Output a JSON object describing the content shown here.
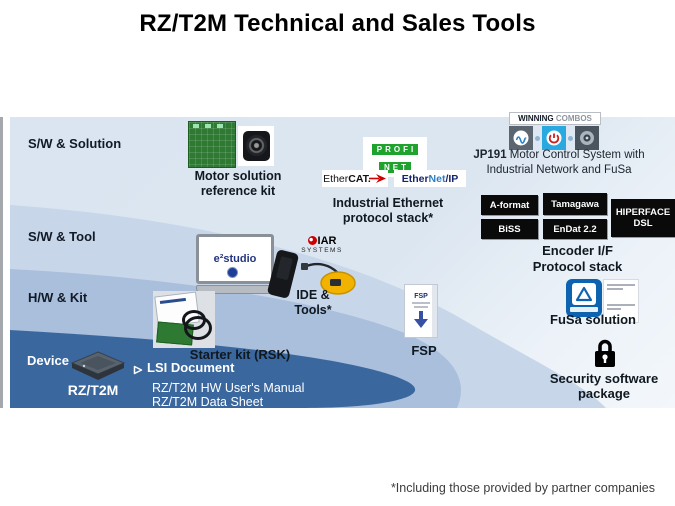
{
  "slide": {
    "title": "RZ/T2M Technical and Sales Tools",
    "footnote": "*Including those provided by partner companies"
  },
  "colors": {
    "band2": "#c8d6e9",
    "band3": "#a9bfdc",
    "band4": "#3a679e",
    "badge_bg": "#0a0a0a",
    "combo_blue": "#2aa9e0",
    "profinet_green": "#1fa22e"
  },
  "layers": [
    {
      "label": "S/W & Solution"
    },
    {
      "label": "S/W & Tool"
    },
    {
      "label": "H/W & Kit"
    },
    {
      "label": "Device"
    }
  ],
  "motor_kit": {
    "label_line1": "Motor solution",
    "label_line2": "reference kit"
  },
  "winning_combos": {
    "title_bold": "WINNING",
    "title_light": "COMBOS"
  },
  "jp191": {
    "line1_bold": "JP191",
    "line1_rest": " Motor Control  System with",
    "line2": "Industrial Network  and FuSa"
  },
  "ethernet": {
    "profinet_top": "PROFI",
    "profinet_bottom": "NET",
    "ethercat_1": "Ether",
    "ethercat_2": "CAT.",
    "ethernetip_1": "Ether",
    "ethernetip_2": "Net",
    "ethernetip_3": "/IP",
    "label_line1": "Industrial Ethernet",
    "label_line2": "protocol stack*"
  },
  "encoder": {
    "badge_aformat": "A-format",
    "badge_tamagawa": "Tamagawa",
    "badge_biss": "BiSS",
    "badge_endat": "EnDat 2.2",
    "badge_hiperface_line1": "HIPERFACE",
    "badge_hiperface_line2": "DSL",
    "label_line1": "Encoder I/F",
    "label_line2": "Protocol stack"
  },
  "ide": {
    "e2studio": "e²studio",
    "iar_name": "IAR",
    "iar_sub": "SYSTEMS",
    "label_line1": "IDE &",
    "label_line2": "Tools*"
  },
  "starter_kit": {
    "label": "Starter kit (RSK)"
  },
  "fsp": {
    "box_text": "FSP",
    "label": "FSP"
  },
  "fusa": {
    "label": "FuSa solution"
  },
  "security": {
    "label_line1": "Security software",
    "label_line2": "package"
  },
  "device": {
    "chip_label": "RZ/T2M",
    "doc_title": "LSI Document",
    "doc_line1": "RZ/T2M  HW User's Manual",
    "doc_line2": "RZ/T2M  Data Sheet"
  }
}
